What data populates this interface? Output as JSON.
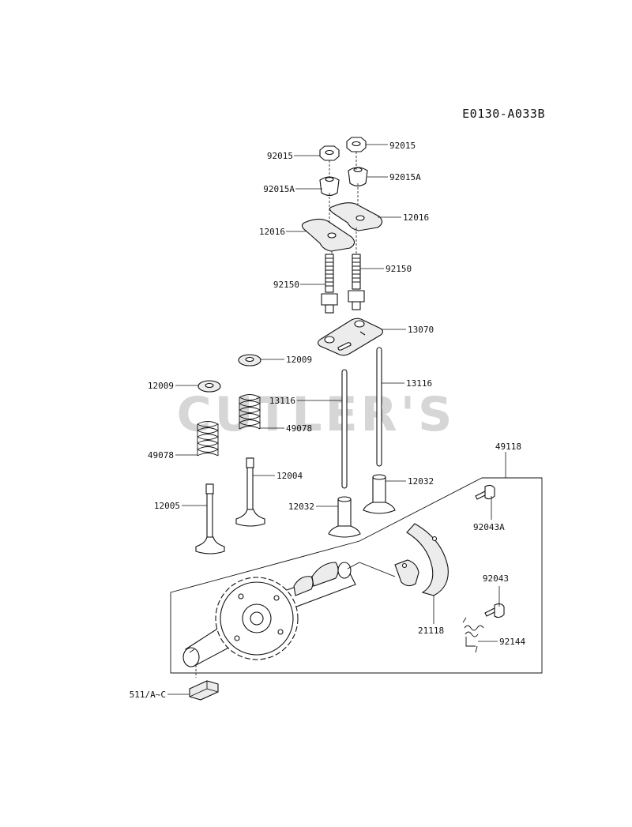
{
  "diagram_code": "E0130-A033B",
  "watermark": "CUTLER'S",
  "parts": {
    "nut_left": "92015",
    "nut_right": "92015",
    "pivot_left": "92015A",
    "pivot_right": "92015A",
    "rocker_left": "12016",
    "rocker_right": "12016",
    "stud_left": "92150",
    "stud_right": "92150",
    "guide_plate": "13070",
    "retainer_right": "12009",
    "retainer_left": "12009",
    "pushrod_left": "13116",
    "pushrod_right": "13116",
    "spring_right": "49078",
    "spring_left": "49078",
    "valve_right": "12004",
    "valve_left": "12005",
    "camshaft_assy": "49118",
    "tappet_right": "12032",
    "tappet_left": "12032",
    "bolt_upper": "92043A",
    "bolt_lower": "92043",
    "weight": "21118",
    "spring_small": "92144",
    "key": "511/A~C"
  }
}
